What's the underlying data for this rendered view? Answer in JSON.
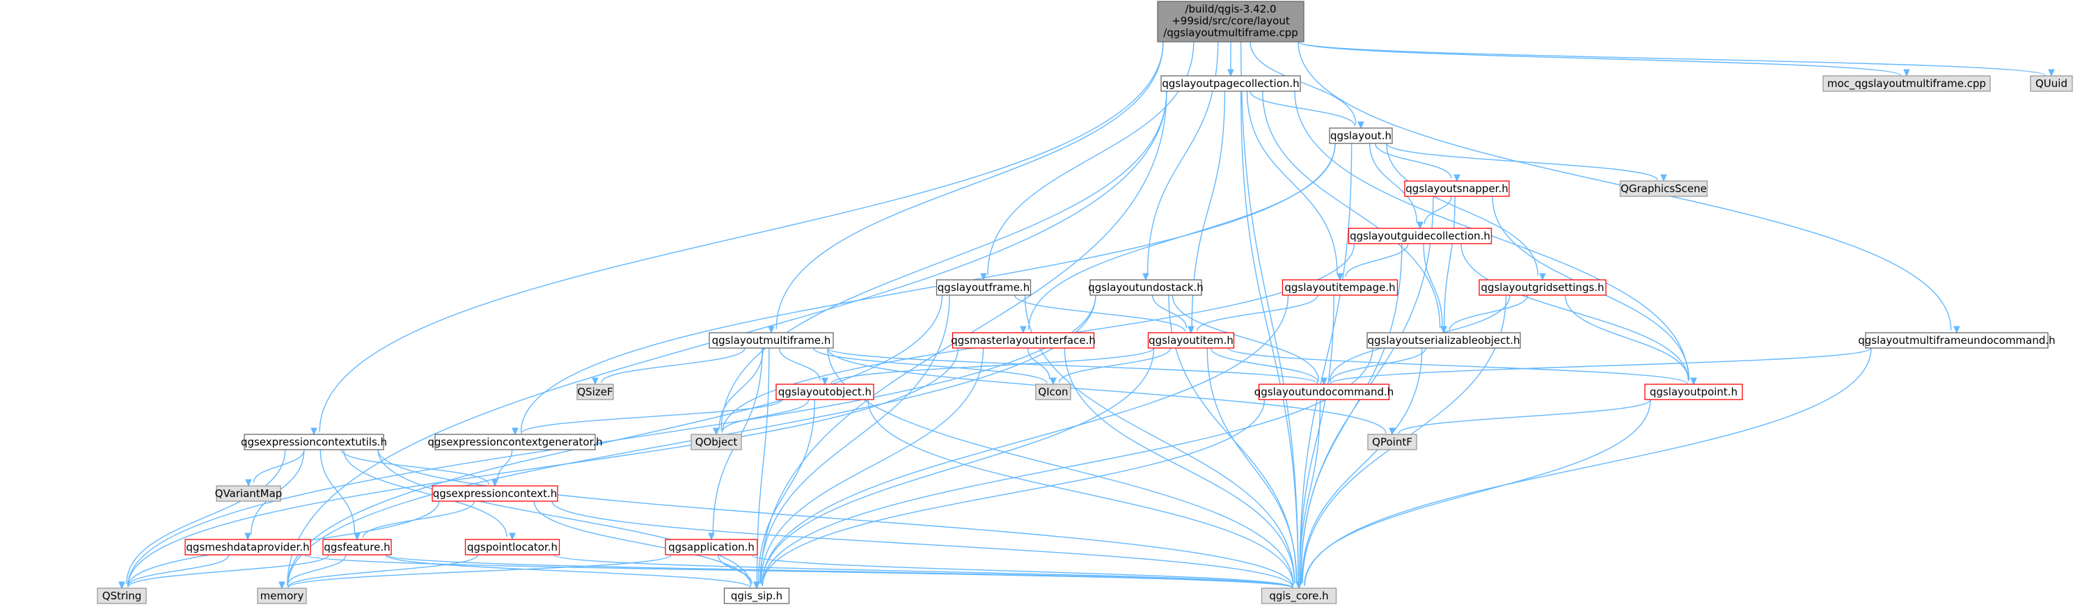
{
  "colors": {
    "edge": "#63b8ff",
    "root_fill": "#999999",
    "root_border": "#666666",
    "doc_fill": "#ffffff",
    "doc_border": "#666666",
    "red_border": "#ff0000",
    "ext_fill": "#e0e0e0",
    "ext_border": "#999999"
  },
  "nodes": [
    {
      "id": "root",
      "label": "/build/qgis-3.42.0+99sid/src/core/layout/qgslayoutmultiframe.cpp",
      "lines": [
        "/build/qgis-3.42.0",
        "+99sid/src/core/layout",
        "/qgslayoutmultiframe.cpp"
      ],
      "style": "root"
    },
    {
      "id": "pagecoll",
      "label": "qgslayoutpagecollection.h",
      "style": "doc"
    },
    {
      "id": "moc",
      "label": "moc_qgslayoutmultiframe.cpp",
      "style": "ext"
    },
    {
      "id": "quuid",
      "label": "QUuid",
      "style": "ext"
    },
    {
      "id": "layout",
      "label": "qgslayout.h",
      "style": "doc"
    },
    {
      "id": "snapper",
      "label": "qgslayoutsnapper.h",
      "style": "red"
    },
    {
      "id": "qgscene",
      "label": "QGraphicsScene",
      "style": "ext"
    },
    {
      "id": "guidecoll",
      "label": "qgslayoutguidecollection.h",
      "style": "red"
    },
    {
      "id": "frame",
      "label": "qgslayoutframe.h",
      "style": "doc"
    },
    {
      "id": "undostack",
      "label": "qgslayoutundostack.h",
      "style": "doc"
    },
    {
      "id": "itempage",
      "label": "qgslayoutitempage.h",
      "style": "red"
    },
    {
      "id": "gridsettings",
      "label": "qgslayoutgridsettings.h",
      "style": "red"
    },
    {
      "id": "mfundocmd",
      "label": "qgslayoutmultiframeundocommand.h",
      "style": "doc"
    },
    {
      "id": "multiframe",
      "label": "qgslayoutmultiframe.h",
      "style": "doc"
    },
    {
      "id": "masterif",
      "label": "qgsmasterlayoutinterface.h",
      "style": "red"
    },
    {
      "id": "item",
      "label": "qgslayoutitem.h",
      "style": "red"
    },
    {
      "id": "serializable",
      "label": "qgslayoutserializableobject.h",
      "style": "doc"
    },
    {
      "id": "qsizef",
      "label": "QSizeF",
      "style": "ext"
    },
    {
      "id": "qicon",
      "label": "QIcon",
      "style": "ext"
    },
    {
      "id": "layoutobject",
      "label": "qgslayoutobject.h",
      "style": "red"
    },
    {
      "id": "undocmd",
      "label": "qgslayoutundocommand.h",
      "style": "red"
    },
    {
      "id": "point",
      "label": "qgslayoutpoint.h",
      "style": "red"
    },
    {
      "id": "qobject",
      "label": "QObject",
      "style": "ext"
    },
    {
      "id": "qpointf",
      "label": "QPointF",
      "style": "ext"
    },
    {
      "id": "ctxutils",
      "label": "qgsexpressioncontextutils.h",
      "style": "doc"
    },
    {
      "id": "ctxgen",
      "label": "qgsexpressioncontextgenerator.h",
      "style": "doc"
    },
    {
      "id": "qvariantmap",
      "label": "QVariantMap",
      "style": "ext"
    },
    {
      "id": "exprctx",
      "label": "qgsexpressioncontext.h",
      "style": "red"
    },
    {
      "id": "meshdp",
      "label": "qgsmeshdataprovider.h",
      "style": "red"
    },
    {
      "id": "feature",
      "label": "qgsfeature.h",
      "style": "red"
    },
    {
      "id": "pointloc",
      "label": "qgspointlocator.h",
      "style": "red"
    },
    {
      "id": "application",
      "label": "qgsapplication.h",
      "style": "red"
    },
    {
      "id": "qstring",
      "label": "QString",
      "style": "ext"
    },
    {
      "id": "memory",
      "label": "memory",
      "style": "ext"
    },
    {
      "id": "sip",
      "label": "qgis_sip.h",
      "style": "doc"
    },
    {
      "id": "core",
      "label": "qgis_core.h",
      "style": "ext"
    }
  ],
  "edges": [
    [
      "root",
      "pagecoll"
    ],
    [
      "root",
      "moc"
    ],
    [
      "root",
      "quuid"
    ],
    [
      "root",
      "layout"
    ],
    [
      "root",
      "frame"
    ],
    [
      "root",
      "undostack"
    ],
    [
      "root",
      "multiframe"
    ],
    [
      "root",
      "mfundocmd"
    ],
    [
      "root",
      "ctxutils"
    ],
    [
      "root",
      "core"
    ],
    [
      "pagecoll",
      "layout"
    ],
    [
      "pagecoll",
      "itempage"
    ],
    [
      "pagecoll",
      "item"
    ],
    [
      "pagecoll",
      "serializable"
    ],
    [
      "pagecoll",
      "point"
    ],
    [
      "pagecoll",
      "qobject"
    ],
    [
      "pagecoll",
      "sip"
    ],
    [
      "pagecoll",
      "core"
    ],
    [
      "pagecoll",
      "memory"
    ],
    [
      "layout",
      "snapper"
    ],
    [
      "layout",
      "qgscene"
    ],
    [
      "layout",
      "guidecoll"
    ],
    [
      "layout",
      "gridsettings"
    ],
    [
      "layout",
      "masterif"
    ],
    [
      "layout",
      "ctxgen"
    ],
    [
      "layout",
      "core"
    ],
    [
      "snapper",
      "guidecoll"
    ],
    [
      "snapper",
      "serializable"
    ],
    [
      "snapper",
      "point"
    ],
    [
      "snapper",
      "core"
    ],
    [
      "guidecoll",
      "itempage"
    ],
    [
      "guidecoll",
      "serializable"
    ],
    [
      "guidecoll",
      "point"
    ],
    [
      "guidecoll",
      "core"
    ],
    [
      "guidecoll",
      "qobject"
    ],
    [
      "gridsettings",
      "serializable"
    ],
    [
      "gridsettings",
      "point"
    ],
    [
      "gridsettings",
      "undocmd"
    ],
    [
      "gridsettings",
      "core"
    ],
    [
      "frame",
      "item"
    ],
    [
      "frame",
      "core"
    ],
    [
      "frame",
      "sip"
    ],
    [
      "frame",
      "memory"
    ],
    [
      "undostack",
      "item"
    ],
    [
      "undostack",
      "undocmd"
    ],
    [
      "undostack",
      "core"
    ],
    [
      "undostack",
      "memory"
    ],
    [
      "undostack",
      "qstring"
    ],
    [
      "itempage",
      "item"
    ],
    [
      "itempage",
      "sip"
    ],
    [
      "itempage",
      "core"
    ],
    [
      "mfundocmd",
      "undocmd"
    ],
    [
      "mfundocmd",
      "core"
    ],
    [
      "multiframe",
      "qsizef"
    ],
    [
      "multiframe",
      "layoutobject"
    ],
    [
      "multiframe",
      "qobject"
    ],
    [
      "multiframe",
      "undocmd"
    ],
    [
      "multiframe",
      "qpointf"
    ],
    [
      "multiframe",
      "qicon"
    ],
    [
      "multiframe",
      "application"
    ],
    [
      "multiframe",
      "sip"
    ],
    [
      "multiframe",
      "core"
    ],
    [
      "masterif",
      "qicon"
    ],
    [
      "masterif",
      "sip"
    ],
    [
      "masterif",
      "core"
    ],
    [
      "masterif",
      "qstring"
    ],
    [
      "item",
      "layoutobject"
    ],
    [
      "item",
      "undocmd"
    ],
    [
      "item",
      "qicon"
    ],
    [
      "item",
      "point"
    ],
    [
      "item",
      "core"
    ],
    [
      "item",
      "sip"
    ],
    [
      "serializable",
      "undocmd"
    ],
    [
      "serializable",
      "core"
    ],
    [
      "serializable",
      "sip"
    ],
    [
      "layoutobject",
      "ctxgen"
    ],
    [
      "layoutobject",
      "qobject"
    ],
    [
      "layoutobject",
      "sip"
    ],
    [
      "layoutobject",
      "core"
    ],
    [
      "undocmd",
      "sip"
    ],
    [
      "undocmd",
      "core"
    ],
    [
      "point",
      "qpointf"
    ],
    [
      "point",
      "core"
    ],
    [
      "ctxgen",
      "exprctx"
    ],
    [
      "ctxutils",
      "qvariantmap"
    ],
    [
      "ctxutils",
      "exprctx"
    ],
    [
      "ctxutils",
      "meshdp"
    ],
    [
      "ctxutils",
      "feature"
    ],
    [
      "ctxutils",
      "pointloc"
    ],
    [
      "ctxutils",
      "qstring"
    ],
    [
      "ctxutils",
      "sip"
    ],
    [
      "ctxutils",
      "core"
    ],
    [
      "exprctx",
      "feature"
    ],
    [
      "exprctx",
      "sip"
    ],
    [
      "exprctx",
      "core"
    ],
    [
      "exprctx",
      "qstring"
    ],
    [
      "meshdp",
      "qstring"
    ],
    [
      "meshdp",
      "core"
    ],
    [
      "feature",
      "qstring"
    ],
    [
      "feature",
      "memory"
    ],
    [
      "feature",
      "sip"
    ],
    [
      "feature",
      "core"
    ],
    [
      "pointloc",
      "memory"
    ],
    [
      "pointloc",
      "core"
    ],
    [
      "application",
      "memory"
    ],
    [
      "application",
      "sip"
    ],
    [
      "application",
      "core"
    ]
  ]
}
